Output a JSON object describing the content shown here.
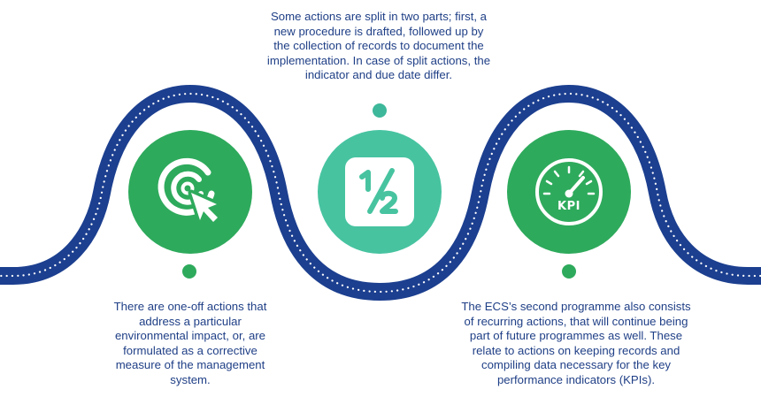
{
  "colors": {
    "wave_blue": "#1c3f8f",
    "green": "#2eaa5c",
    "teal": "#47c3a0",
    "text": "#1f3f86",
    "dot_green": "#2eaa5c",
    "dot_teal": "#3db89a"
  },
  "items": [
    {
      "icon": "target-cursor-icon",
      "text": "There are one-off actions that address a particular environmental impact, or, are formulated as a corrective measure of the management system."
    },
    {
      "icon": "one-half-icon",
      "symbol": "½",
      "text": "Some actions are split in two parts; first, a new procedure is drafted, followed up by the collection of records to document the implementation. In case of split actions, the indicator and due date differ."
    },
    {
      "icon": "kpi-gauge-icon",
      "label": "KPI",
      "text": "The ECS’s second programme also consists of recurring actions, that will continue being part of future programmes as well. These relate to actions on keeping records and compiling data necessary for the key performance indicators (KPIs)."
    }
  ]
}
